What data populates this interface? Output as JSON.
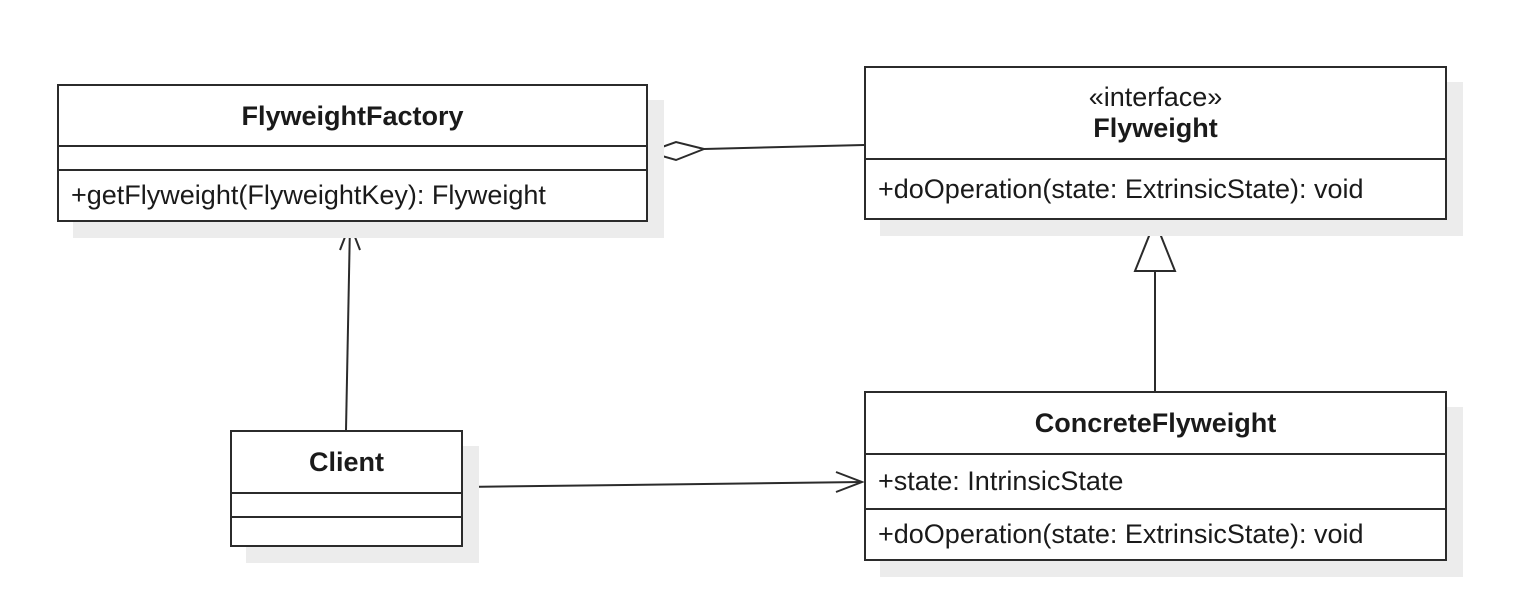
{
  "classes": {
    "flyweight_factory": {
      "name": "FlyweightFactory",
      "attributes": [],
      "operations": [
        "+getFlyweight(FlyweightKey): Flyweight"
      ]
    },
    "flyweight": {
      "stereotype": "«interface»",
      "name": "Flyweight",
      "operations": [
        "+doOperation(state: ExtrinsicState): void"
      ]
    },
    "concrete_flyweight": {
      "name": "ConcreteFlyweight",
      "attributes": [
        "+state: IntrinsicState"
      ],
      "operations": [
        "+doOperation(state: ExtrinsicState): void"
      ]
    },
    "client": {
      "name": "Client",
      "attributes": [],
      "operations": []
    }
  },
  "relationships": [
    {
      "from": "flyweight_factory",
      "to": "flyweight",
      "type": "aggregation"
    },
    {
      "from": "concrete_flyweight",
      "to": "flyweight",
      "type": "realization"
    },
    {
      "from": "client",
      "to": "flyweight_factory",
      "type": "association"
    },
    {
      "from": "client",
      "to": "concrete_flyweight",
      "type": "association"
    }
  ],
  "colors": {
    "line": "#2b2b2b",
    "shadow": "#ececec",
    "background": "#ffffff"
  }
}
